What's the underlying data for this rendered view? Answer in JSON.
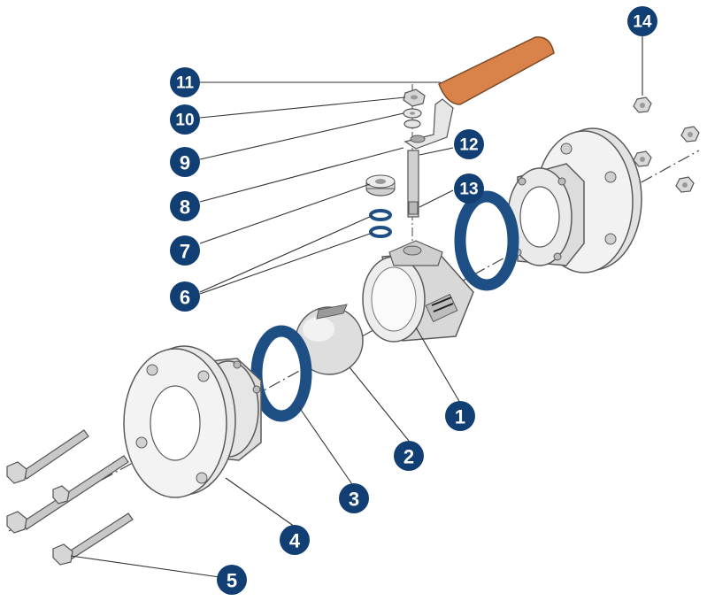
{
  "colors": {
    "badge": "#123f73",
    "seat_ring": "#1d4f85",
    "handle": "#d9824a",
    "metal_light": "#efefef",
    "metal_mid": "#d6d6d6",
    "outline": "#5a5a5a",
    "leader": "#333333"
  },
  "callouts": [
    {
      "id": "1",
      "label": "1"
    },
    {
      "id": "2",
      "label": "2"
    },
    {
      "id": "3",
      "label": "3"
    },
    {
      "id": "4",
      "label": "4"
    },
    {
      "id": "5",
      "label": "5"
    },
    {
      "id": "6",
      "label": "6"
    },
    {
      "id": "7",
      "label": "7"
    },
    {
      "id": "8",
      "label": "8"
    },
    {
      "id": "9",
      "label": "9"
    },
    {
      "id": "10",
      "label": "10"
    },
    {
      "id": "11",
      "label": "11"
    },
    {
      "id": "12",
      "label": "12"
    },
    {
      "id": "13",
      "label": "13"
    },
    {
      "id": "14",
      "label": "14"
    }
  ]
}
